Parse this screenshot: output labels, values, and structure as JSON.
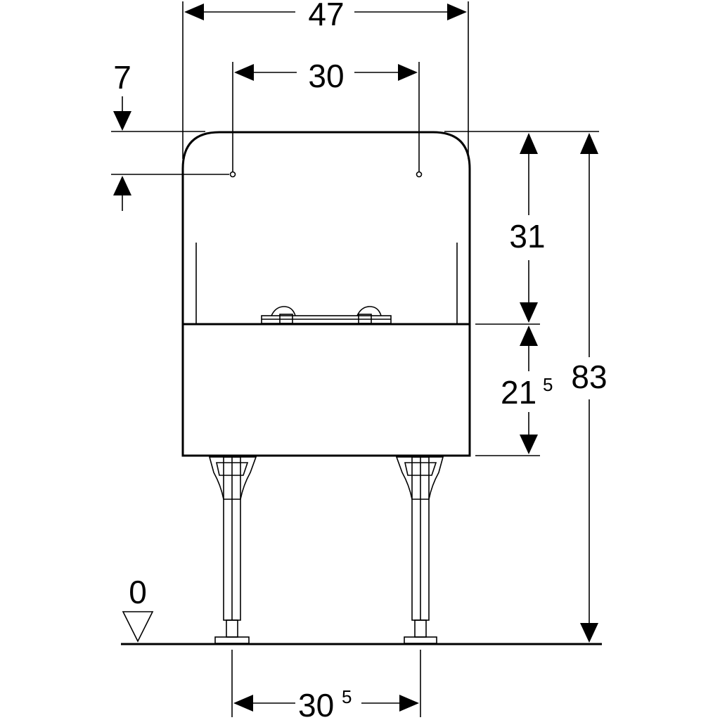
{
  "dimensions": {
    "width_overall": "47",
    "hole_spacing": "30",
    "hole_offset_top": "7",
    "upper_height": "31",
    "lower_height_main": "21",
    "lower_height_sup": "5",
    "total_height": "83",
    "floor_level": "0",
    "leg_spacing_main": "30",
    "leg_spacing_sup": "5"
  }
}
